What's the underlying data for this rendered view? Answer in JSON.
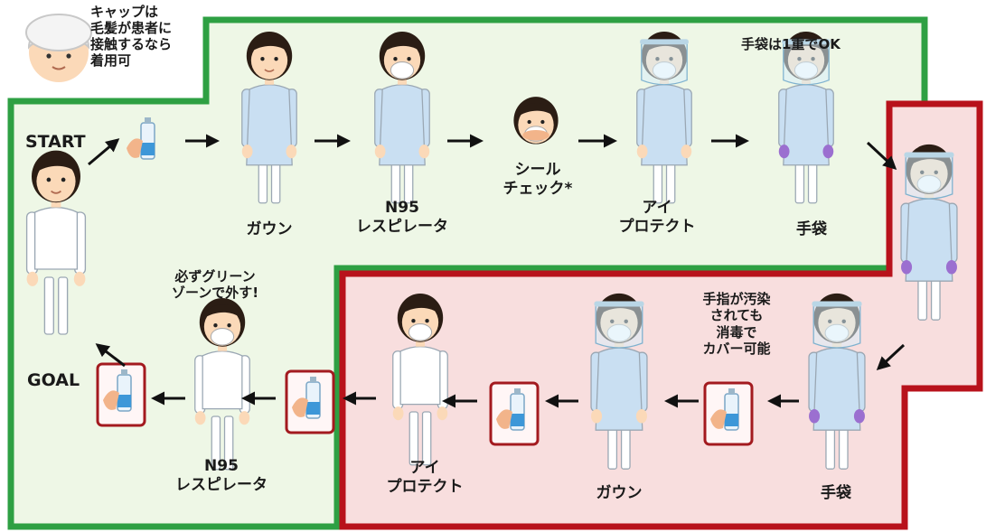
{
  "colors": {
    "green_border": "#2ea043",
    "green_fill": "#eef7e6",
    "red_border": "#b8121b",
    "red_fill": "#f8dede",
    "gown": "#c9dff2",
    "hair": "#2b1d14",
    "skin": "#fbd9b8",
    "glove": "#9b6fd0",
    "sanitizer_box": "#a31a1f"
  },
  "notes": {
    "cap": [
      "キャップは",
      "毛髪が患者に",
      "接触するなら",
      "着用可"
    ],
    "single_glove": "手袋は1重でOK",
    "remove_in_green": [
      "必ずグリーン",
      "ゾーンで外す!"
    ],
    "contaminated_hands": [
      "手指が汚染",
      "されても",
      "消毒で",
      "カバー可能"
    ]
  },
  "labels": {
    "start": "START",
    "goal": "GOAL"
  },
  "donning_steps": [
    {
      "label": [
        "ガウン"
      ]
    },
    {
      "label": [
        "N95",
        "レスピレータ"
      ]
    },
    {
      "label": [
        "シール",
        "チェック*"
      ]
    },
    {
      "label": [
        "アイ",
        "プロテクト"
      ]
    },
    {
      "label": [
        "手袋"
      ]
    }
  ],
  "doffing_steps": [
    {
      "label": [
        "手袋"
      ]
    },
    {
      "label": [
        "ガウン"
      ]
    },
    {
      "label": [
        "アイ",
        "プロテクト"
      ]
    },
    {
      "label": [
        "N95",
        "レスピレータ"
      ]
    }
  ]
}
